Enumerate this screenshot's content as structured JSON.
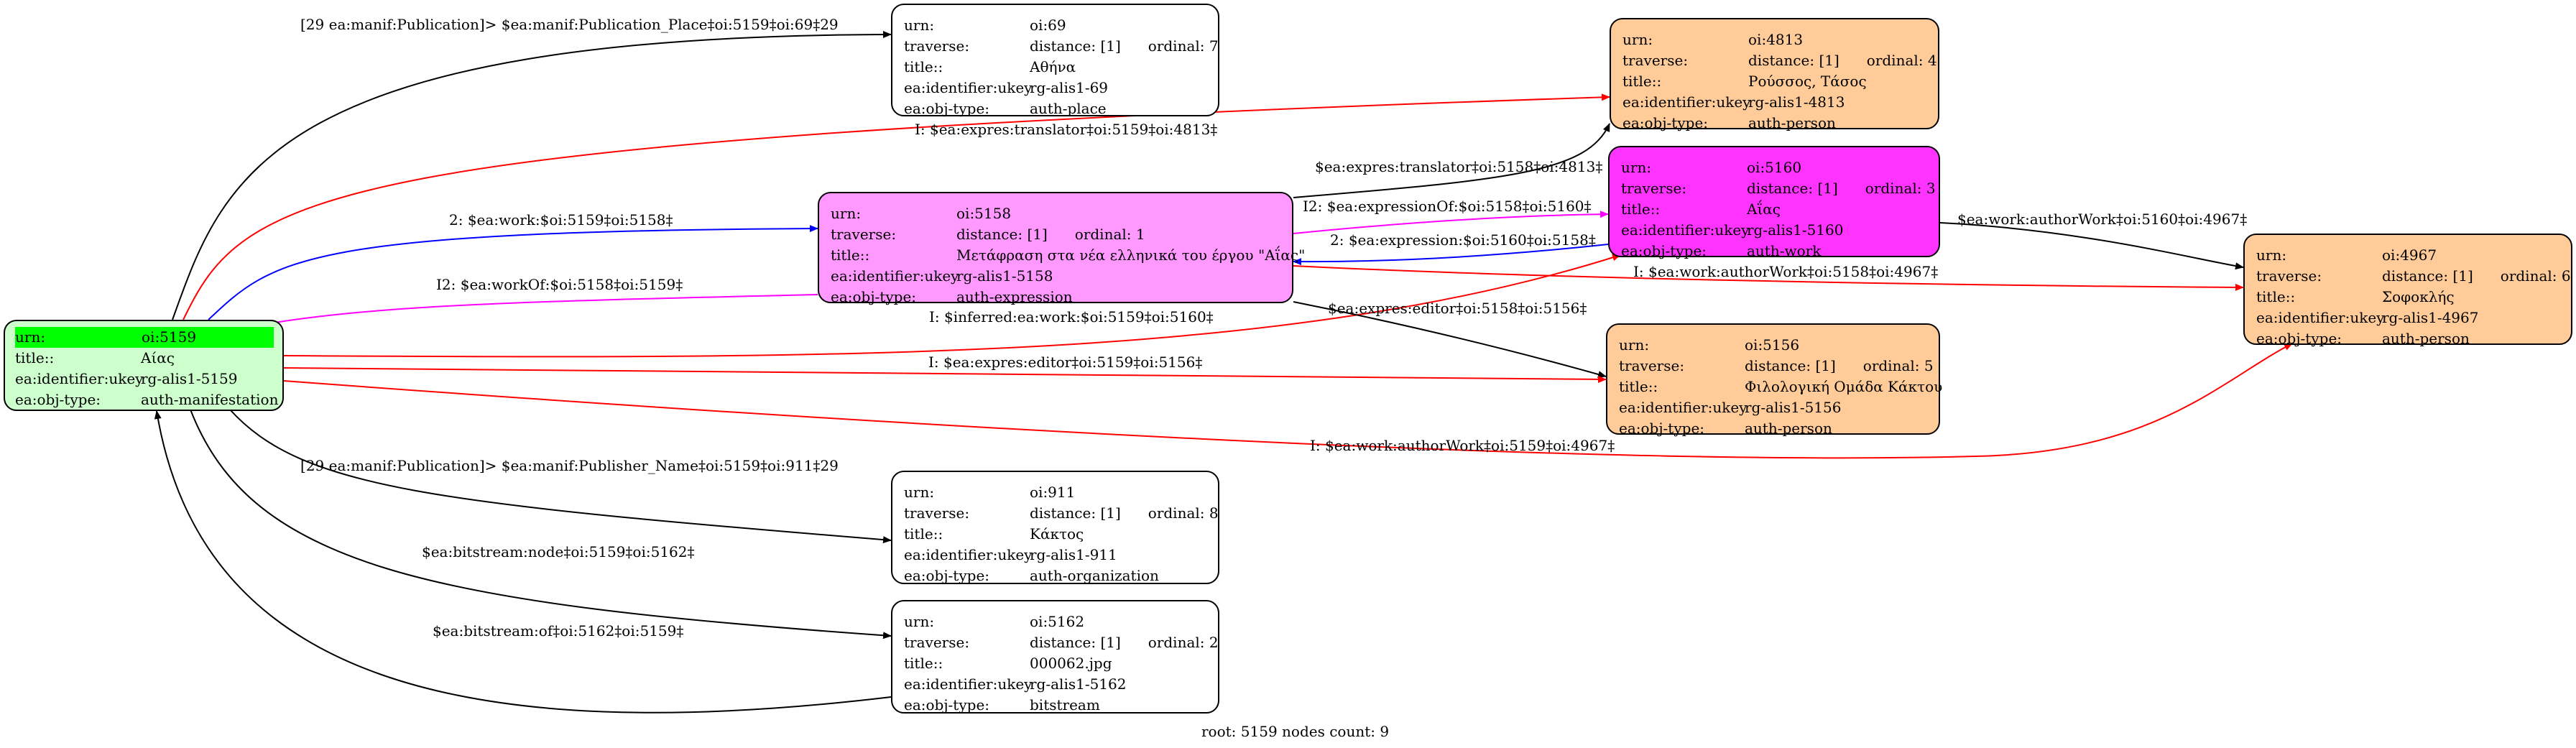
{
  "nodes": {
    "n5159": {
      "urn_key": "urn:",
      "urn": "oi:5159",
      "title_key": "title::",
      "title": "Αίας",
      "ukey_key": "ea:identifier:ukey",
      "ukey": "rg-alis1-5159",
      "type_key": "ea:obj-type:",
      "type": "auth-manifestation",
      "fill": "#ccffcc",
      "highlight": "#00ff00"
    },
    "n69": {
      "urn_key": "urn:",
      "urn": "oi:69",
      "traverse_key": "traverse:",
      "distance": "distance: [1]",
      "ordinal": "ordinal: 7",
      "title_key": "title::",
      "title": "Αθήνα",
      "ukey_key": "ea:identifier:ukey",
      "ukey": "rg-alis1-69",
      "type_key": "ea:obj-type:",
      "type": "auth-place",
      "fill": "#ffffff"
    },
    "n4813": {
      "urn_key": "urn:",
      "urn": "oi:4813",
      "traverse_key": "traverse:",
      "distance": "distance: [1]",
      "ordinal": "ordinal: 4",
      "title_key": "title::",
      "title": "Ρούσσος, Τάσος",
      "ukey_key": "ea:identifier:ukey",
      "ukey": "rg-alis1-4813",
      "type_key": "ea:obj-type:",
      "type": "auth-person",
      "fill": "#ffcc99"
    },
    "n5158": {
      "urn_key": "urn:",
      "urn": "oi:5158",
      "traverse_key": "traverse:",
      "distance": "distance: [1]",
      "ordinal": "ordinal: 1",
      "title_key": "title::",
      "title": "Μετάφραση στα νέα ελληνικά του έργου \"Αΐας\"",
      "ukey_key": "ea:identifier:ukey",
      "ukey": "rg-alis1-5158",
      "type_key": "ea:obj-type:",
      "type": "auth-expression",
      "fill": "#ff99ff"
    },
    "n5160": {
      "urn_key": "urn:",
      "urn": "oi:5160",
      "traverse_key": "traverse:",
      "distance": "distance: [1]",
      "ordinal": "ordinal: 3",
      "title_key": "title::",
      "title": "Αΐας",
      "ukey_key": "ea:identifier:ukey",
      "ukey": "rg-alis1-5160",
      "type_key": "ea:obj-type:",
      "type": "auth-work",
      "fill": "#ff33ff"
    },
    "n4967": {
      "urn_key": "urn:",
      "urn": "oi:4967",
      "traverse_key": "traverse:",
      "distance": "distance: [1]",
      "ordinal": "ordinal: 6",
      "title_key": "title::",
      "title": "Σοφοκλής",
      "ukey_key": "ea:identifier:ukey",
      "ukey": "rg-alis1-4967",
      "type_key": "ea:obj-type:",
      "type": "auth-person",
      "fill": "#ffcc99"
    },
    "n5156": {
      "urn_key": "urn:",
      "urn": "oi:5156",
      "traverse_key": "traverse:",
      "distance": "distance: [1]",
      "ordinal": "ordinal: 5",
      "title_key": "title::",
      "title": "Φιλολογική Ομάδα Κάκτου",
      "ukey_key": "ea:identifier:ukey",
      "ukey": "rg-alis1-5156",
      "type_key": "ea:obj-type:",
      "type": "auth-person",
      "fill": "#ffcc99"
    },
    "n911": {
      "urn_key": "urn:",
      "urn": "oi:911",
      "traverse_key": "traverse:",
      "distance": "distance: [1]",
      "ordinal": "ordinal: 8",
      "title_key": "title::",
      "title": "Κάκτος",
      "ukey_key": "ea:identifier:ukey",
      "ukey": "rg-alis1-911",
      "type_key": "ea:obj-type:",
      "type": "auth-organization",
      "fill": "#ffffff"
    },
    "n5162": {
      "urn_key": "urn:",
      "urn": "oi:5162",
      "traverse_key": "traverse:",
      "distance": "distance: [1]",
      "ordinal": "ordinal: 2",
      "title_key": "title::",
      "title": "000062.jpg",
      "ukey_key": "ea:identifier:ukey",
      "ukey": "rg-alis1-5162",
      "type_key": "ea:obj-type:",
      "type": "bitstream",
      "fill": "#ffffff"
    }
  },
  "edges": [
    {
      "label": "[29 ea:manif:Publication]> $ea:manif:Publication_Place‡oi:5159‡oi:69‡29",
      "color": "#000000"
    },
    {
      "label": "I: $ea:expres:translator‡oi:5159‡oi:4813‡",
      "color": "#ff0000"
    },
    {
      "label": "2: $ea:work:$oi:5159‡oi:5158‡",
      "color": "#0000ff"
    },
    {
      "label": "I2: $ea:workOf:$oi:5158‡oi:5159‡",
      "color": "#ff00ff"
    },
    {
      "label": "$ea:expres:translator‡oi:5158‡oi:4813‡",
      "color": "#000000"
    },
    {
      "label": "I2: $ea:expressionOf:$oi:5158‡oi:5160‡",
      "color": "#ff00ff"
    },
    {
      "label": "2: $ea:expression:$oi:5160‡oi:5158‡",
      "color": "#0000ff"
    },
    {
      "label": "$ea:work:authorWork‡oi:5160‡oi:4967‡",
      "color": "#000000"
    },
    {
      "label": "I: $ea:work:authorWork‡oi:5158‡oi:4967‡",
      "color": "#ff0000"
    },
    {
      "label": "I: $inferred:ea:work:$oi:5159‡oi:5160‡",
      "color": "#ff0000"
    },
    {
      "label": "$ea:expres:editor‡oi:5158‡oi:5156‡",
      "color": "#000000"
    },
    {
      "label": "I: $ea:expres:editor‡oi:5159‡oi:5156‡",
      "color": "#ff0000"
    },
    {
      "label": "I: $ea:work:authorWork‡oi:5159‡oi:4967‡",
      "color": "#ff0000"
    },
    {
      "label": "[29 ea:manif:Publication]> $ea:manif:Publisher_Name‡oi:5159‡oi:911‡29",
      "color": "#000000"
    },
    {
      "label": "$ea:bitstream:node‡oi:5159‡oi:5162‡",
      "color": "#000000"
    },
    {
      "label": "$ea:bitstream:of‡oi:5162‡oi:5159‡",
      "color": "#000000"
    }
  ],
  "footer": "root: 5159 nodes count: 9"
}
